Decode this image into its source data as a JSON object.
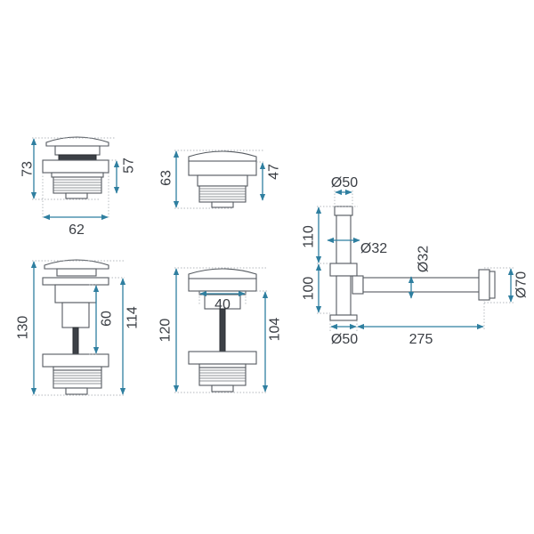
{
  "drawings": {
    "popup_small": {
      "height_total": "73",
      "height_body": "57",
      "width": "62"
    },
    "click_small": {
      "height_total": "63",
      "height_body": "47"
    },
    "popup_tall": {
      "height_total": "130",
      "height_rod": "60",
      "height_body": "114"
    },
    "click_tall": {
      "height_total": "120",
      "width_inner": "40",
      "height_body": "104"
    },
    "siphon": {
      "top_diameter": "Ø50",
      "upper_height": "110",
      "column_diameter": "Ø32",
      "pipe_diameter": "Ø32",
      "lower_height": "100",
      "flange_diameter": "Ø70",
      "bottom_diameter": "Ø50",
      "length": "275"
    }
  },
  "colors": {
    "dimension": "#2f7fa0",
    "outline": "#555a60",
    "guide": "#9aa0a6"
  }
}
